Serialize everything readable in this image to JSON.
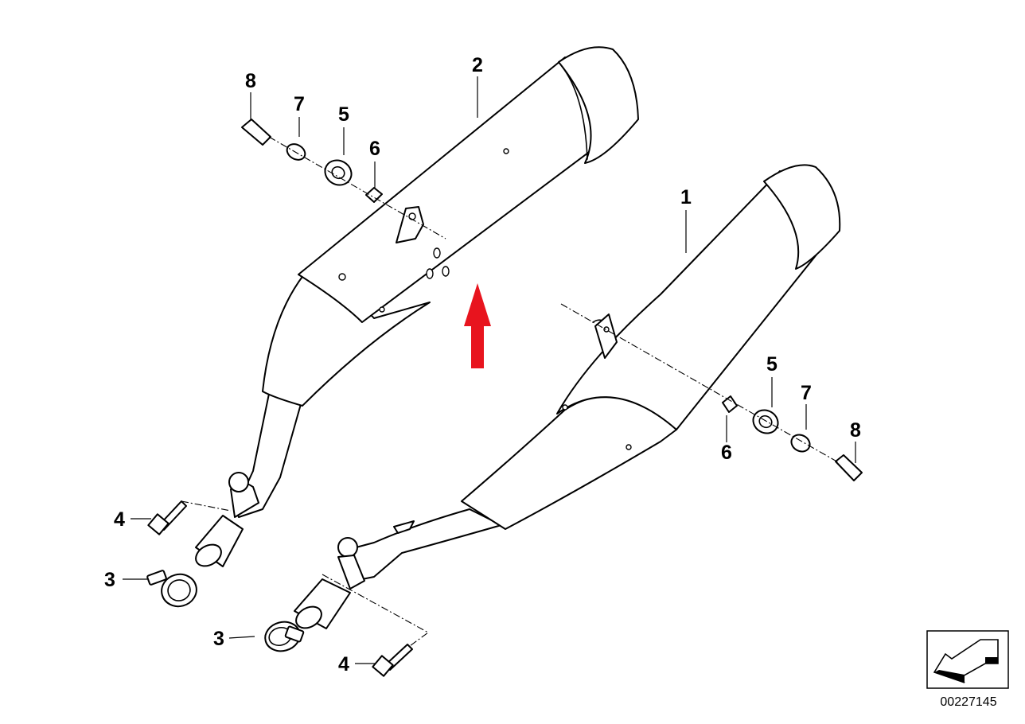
{
  "callouts": {
    "c1": "1",
    "c2": "2",
    "c3a": "3",
    "c3b": "3",
    "c4a": "4",
    "c4b": "4",
    "c5a": "5",
    "c5b": "5",
    "c6a": "6",
    "c6b": "6",
    "c7a": "7",
    "c7b": "7",
    "c8a": "8",
    "c8b": "8"
  },
  "reference_number": "00227145",
  "colors": {
    "indicator_arrow": "#e8141e",
    "line": "#000000",
    "background": "#ffffff"
  },
  "icons": {
    "direction_badge": "forward-direction-arrow-icon",
    "indicator": "red-up-arrow-icon"
  }
}
